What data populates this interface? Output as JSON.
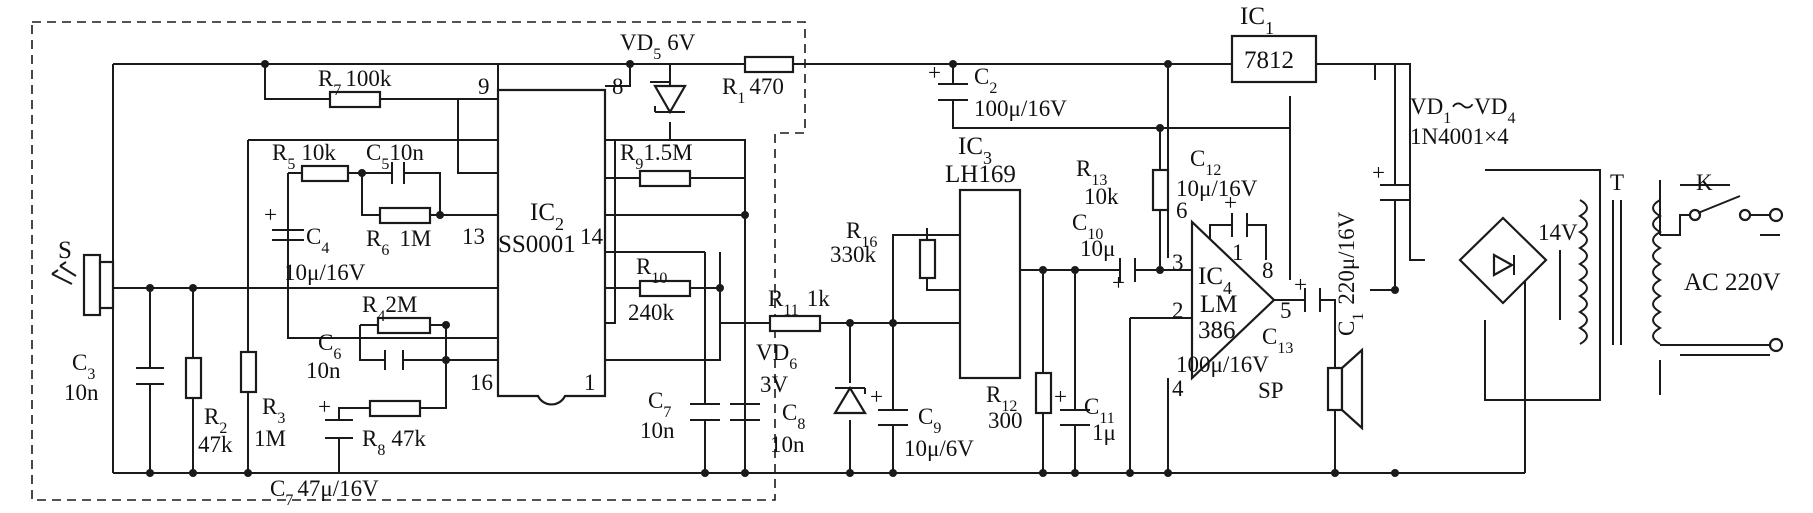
{
  "components": {
    "IC1": {
      "ref": "IC",
      "sub": "1",
      "part": "7812"
    },
    "IC2": {
      "ref": "IC",
      "sub": "2",
      "part": "SS0001"
    },
    "IC3": {
      "ref": "IC",
      "sub": "3",
      "part": "LH169"
    },
    "IC4": {
      "ref": "IC",
      "sub": "4",
      "line1": "LM",
      "line2": "386"
    },
    "R1": {
      "ref": "R",
      "sub": "1",
      "value": "470"
    },
    "R2": {
      "ref": "R",
      "sub": "2",
      "value": "47k"
    },
    "R3": {
      "ref": "R",
      "sub": "3",
      "value": "1M"
    },
    "R4": {
      "ref": "R",
      "sub": "4",
      "value": "2M"
    },
    "R5": {
      "ref": "R",
      "sub": "5",
      "value": "10k"
    },
    "R6": {
      "ref": "R",
      "sub": "6",
      "value": "1M"
    },
    "R7": {
      "ref": "R",
      "sub": "7",
      "value": "100k"
    },
    "R8": {
      "ref": "R",
      "sub": "8",
      "value": "47k"
    },
    "R9": {
      "ref": "R",
      "sub": "9",
      "value": "1.5M"
    },
    "R10": {
      "ref": "R",
      "sub": "10",
      "value": "240k"
    },
    "R11": {
      "ref": "R",
      "sub": "11",
      "value": "1k"
    },
    "R12": {
      "ref": "R",
      "sub": "12",
      "value": "300"
    },
    "R13": {
      "ref": "R",
      "sub": "13",
      "value": "10k"
    },
    "R16": {
      "ref": "R",
      "sub": "16",
      "value": "330k"
    },
    "C1": {
      "ref": "C",
      "sub": "1",
      "value": "220μ/16V"
    },
    "C2": {
      "ref": "C",
      "sub": "2",
      "value": "100μ/16V"
    },
    "C3": {
      "ref": "C",
      "sub": "3",
      "value": "10n"
    },
    "C4": {
      "ref": "C",
      "sub": "4",
      "value": "10μ/16V"
    },
    "C5": {
      "ref": "C",
      "sub": "5",
      "value": "10n"
    },
    "C6": {
      "ref": "C",
      "sub": "6",
      "value": "10n"
    },
    "C7a": {
      "ref": "C",
      "sub": "7",
      "value": "10n"
    },
    "C7b": {
      "ref": "C",
      "sub": "7",
      "value": "47μ/16V"
    },
    "C8": {
      "ref": "C",
      "sub": "8",
      "value": "10n"
    },
    "C9": {
      "ref": "C",
      "sub": "9",
      "value": "10μ/6V"
    },
    "C10": {
      "ref": "C",
      "sub": "10",
      "value": "10μ"
    },
    "C11": {
      "ref": "C",
      "sub": "11",
      "value": "1μ"
    },
    "C12": {
      "ref": "C",
      "sub": "12",
      "value": "10μ/16V"
    },
    "C13": {
      "ref": "C",
      "sub": "13",
      "value": "100μ/16V"
    },
    "VD5": {
      "ref": "VD",
      "sub": "5",
      "value": "6V"
    },
    "VD6": {
      "ref": "VD",
      "sub": "6",
      "value": "3V"
    },
    "bridge": {
      "ref1": "VD",
      "sub1": "1",
      "sep": "～",
      "ref2": "VD",
      "sub2": "4",
      "part": "1N4001×4"
    }
  },
  "labels": {
    "sensor": "S",
    "transformer": "T",
    "secondary_voltage": "14V",
    "switch": "K",
    "mains": "AC 220V",
    "speaker": "SP"
  },
  "pins": {
    "ic2": [
      "9",
      "8",
      "13",
      "14",
      "16",
      "1"
    ],
    "ic4": [
      "6",
      "1",
      "8",
      "3",
      "2",
      "5",
      "4"
    ]
  },
  "plus_sign": "+"
}
